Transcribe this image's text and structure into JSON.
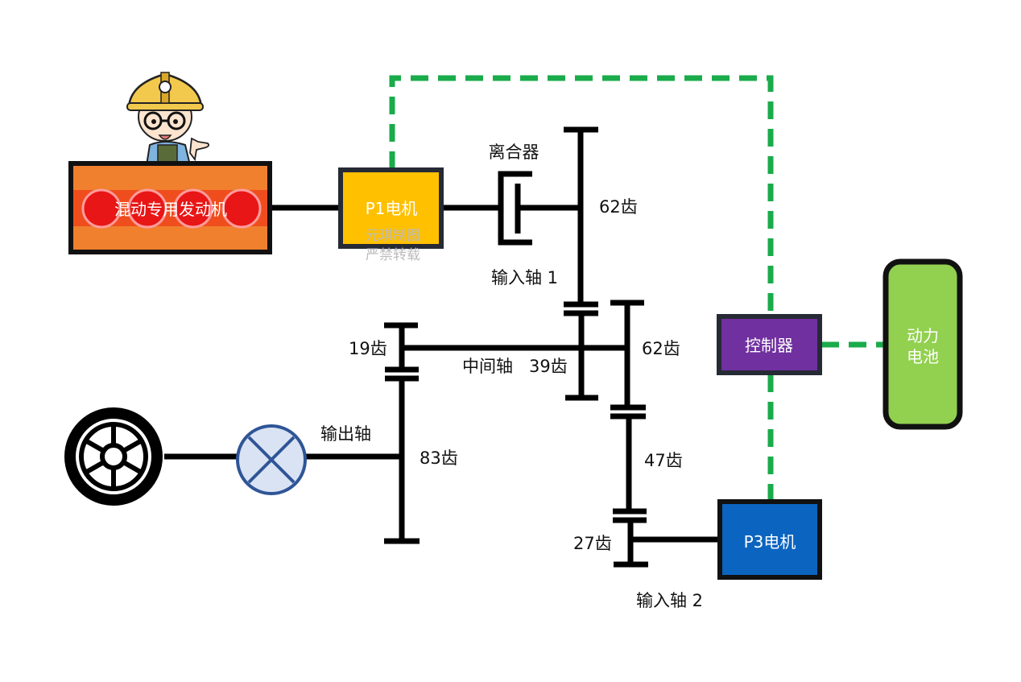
{
  "diagram": {
    "title": "",
    "components": {
      "engine": {
        "label": "混动专用发动机",
        "colors": {
          "body": "#f07f2e",
          "band": "#f04d1e",
          "cylinder": "#e81616",
          "border": "#111111"
        },
        "cylinders": 4
      },
      "p1_motor": {
        "label": "P1电机",
        "color": "#ffc000"
      },
      "clutch": {
        "label": "离合器"
      },
      "controller": {
        "label": "控制器",
        "color": "#7030a0"
      },
      "battery": {
        "label_line1": "动力",
        "label_line2": "电池",
        "color": "#92d050"
      },
      "p3_motor": {
        "label": "P3电机",
        "color": "#0b64c0"
      },
      "differential": {
        "color": "#dae3f3",
        "stroke": "#2f5597"
      },
      "wheel": {
        "label": ""
      },
      "mascot": {
        "label": ""
      }
    },
    "gears": {
      "input1_gear": "62齿",
      "mid_right_gear": "62齿",
      "mid_left_gear": "19齿",
      "mid_small_gear": "39齿",
      "output_gear": "83齿",
      "input2_big_gear": "47齿",
      "input2_small_gear": "27齿"
    },
    "shafts": {
      "input_shaft_1": "输入轴 1",
      "intermediate_shaft": "中间轴",
      "output_shaft": "输出轴",
      "input_shaft_2": "输入轴 2"
    },
    "watermark": {
      "line1": "元琪制图",
      "line2": "严禁转载"
    },
    "signal_line_color": "#1aab4b"
  }
}
